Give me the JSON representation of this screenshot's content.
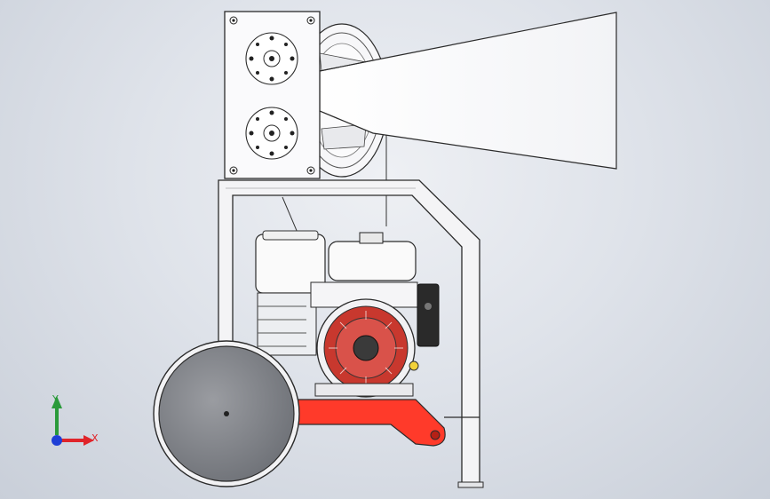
{
  "triad": {
    "x_label": "X",
    "y_label": "Y",
    "x_color": "#e0242a",
    "y_color": "#2a9a3a",
    "z_color": "#1f3fd6"
  },
  "colors": {
    "frame_outline": "#2b2b2b",
    "frame_fill": "#f4f4f6",
    "accent_red": "#ff3a2a",
    "fan_red": "#c8382e",
    "wheel_fill": "#7d8086",
    "engine_black": "#2a2a2a"
  },
  "parts": [
    {
      "name": "chute-housing-plate"
    },
    {
      "name": "discharge-chute"
    },
    {
      "name": "flywheel-rotor"
    },
    {
      "name": "support-frame"
    },
    {
      "name": "petrol-engine"
    },
    {
      "name": "mounting-bracket"
    },
    {
      "name": "wheel"
    }
  ]
}
